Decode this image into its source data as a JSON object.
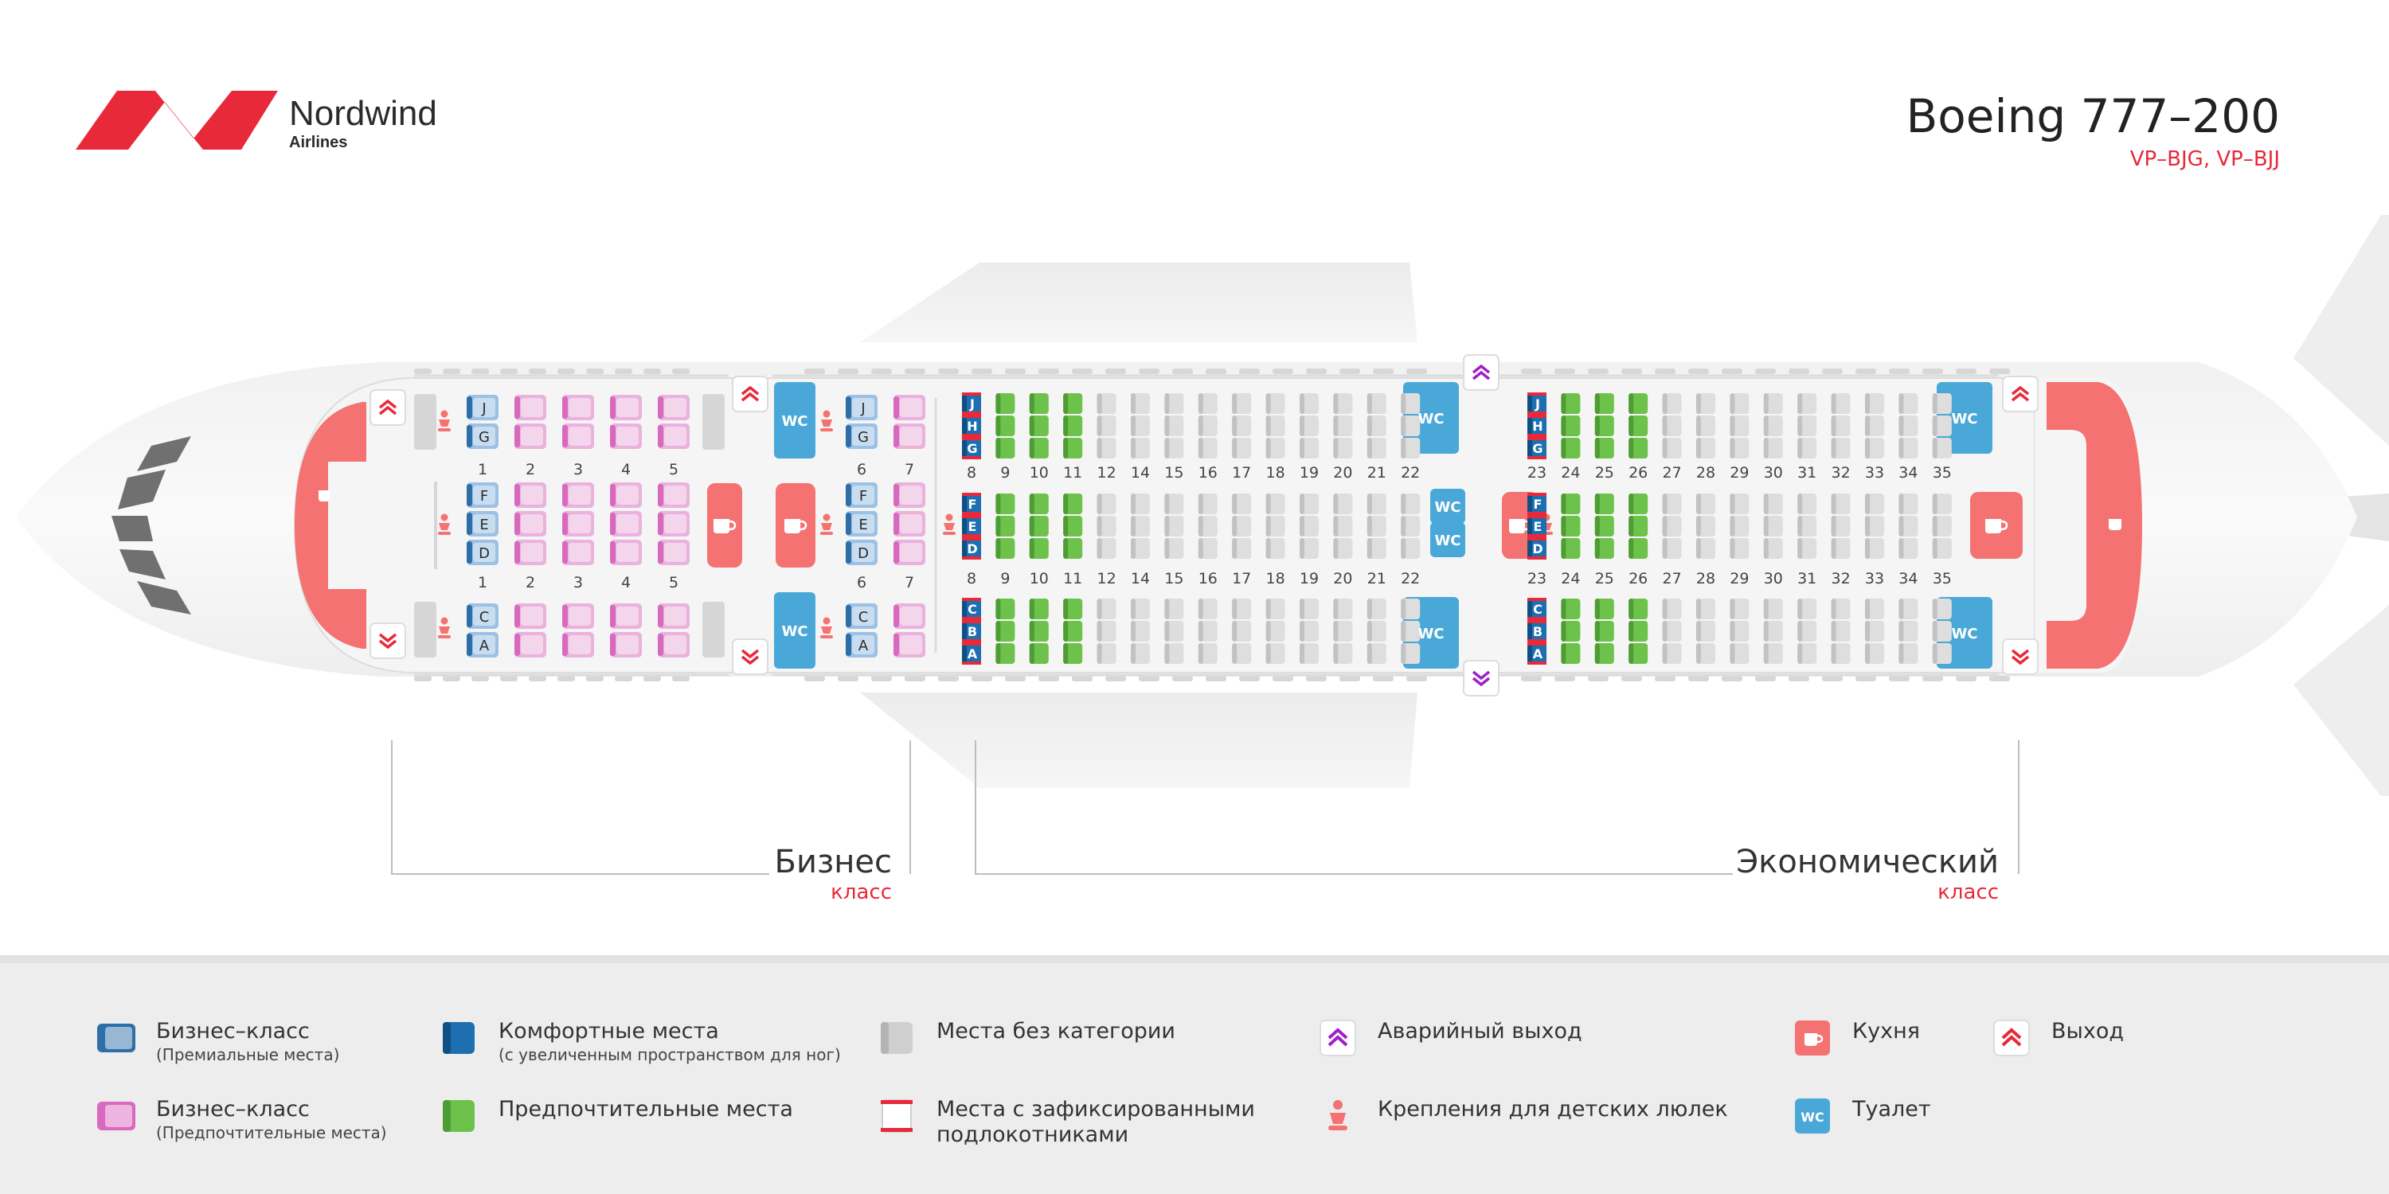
{
  "brand": {
    "name": "Nordwind",
    "sub": "Airlines",
    "logo_color": "#e8293a"
  },
  "aircraft": {
    "title": "Boeing 777–200",
    "registrations": "VP–BJG, VP–BJJ"
  },
  "cabin_classes": {
    "business": {
      "title": "Бизнес",
      "sub": "класс"
    },
    "economy": {
      "title": "Экономический",
      "sub": "класс"
    }
  },
  "row_numbers": {
    "business_front": [
      "1",
      "2",
      "3",
      "4",
      "5"
    ],
    "business_rear": [
      "6",
      "7"
    ],
    "economy_front": [
      "8",
      "9",
      "10",
      "11",
      "12",
      "14",
      "15",
      "16",
      "17",
      "18",
      "19",
      "20",
      "21",
      "22"
    ],
    "economy_rear": [
      "23",
      "24",
      "25",
      "26",
      "27",
      "28",
      "29",
      "30",
      "31",
      "32",
      "33",
      "34",
      "35"
    ]
  },
  "seat_letters": {
    "business_top": [
      "J",
      "G"
    ],
    "business_middle": [
      "F",
      "E",
      "D"
    ],
    "business_bottom": [
      "C",
      "A"
    ],
    "economy_top": [
      "J",
      "H",
      "G"
    ],
    "economy_middle": [
      "F",
      "E",
      "D"
    ],
    "economy_bottom": [
      "C",
      "B",
      "A"
    ]
  },
  "facility_labels": {
    "toilet": "WC"
  },
  "legend": {
    "items": [
      {
        "label": "Бизнес–класс",
        "sub": "(Премиальные места)",
        "icon": "business-premium-seat-icon"
      },
      {
        "label": "Бизнес–класс",
        "sub": "(Предпочтительные места)",
        "icon": "business-preferred-seat-icon"
      },
      {
        "label": "Комфортные места",
        "sub": "(с увеличенным пространством для ног)",
        "icon": "comfort-seat-icon"
      },
      {
        "label": "Предпочтительные места",
        "sub": "",
        "icon": "preferred-seat-icon"
      },
      {
        "label": "Места без категории",
        "sub": "",
        "icon": "standard-seat-icon"
      },
      {
        "label": "Места с зафиксированными подлокотниками",
        "sub": "",
        "icon": "fixed-armrest-seat-icon"
      },
      {
        "label": "Аварийный выход",
        "sub": "",
        "icon": "emergency-exit-icon"
      },
      {
        "label": "Крепления  для детских люлек",
        "sub": "",
        "icon": "bassinet-icon"
      },
      {
        "label": "Кухня",
        "sub": "",
        "icon": "galley-icon"
      },
      {
        "label": "Туалет",
        "sub": "",
        "icon": "toilet-icon"
      },
      {
        "label": "Выход",
        "sub": "",
        "icon": "exit-icon"
      }
    ]
  },
  "colors": {
    "business_premium": "#2e6fa8",
    "business_preferred": "#d869bf",
    "comfort": "#1d6fb0",
    "preferred": "#6cc24a",
    "standard": "#cfcfcf",
    "fixed_armrest": "#e8293a",
    "emergency_exit": "#a020c8",
    "galley": "#f47272",
    "toilet": "#4aa8d8",
    "exit": "#e8293a"
  }
}
